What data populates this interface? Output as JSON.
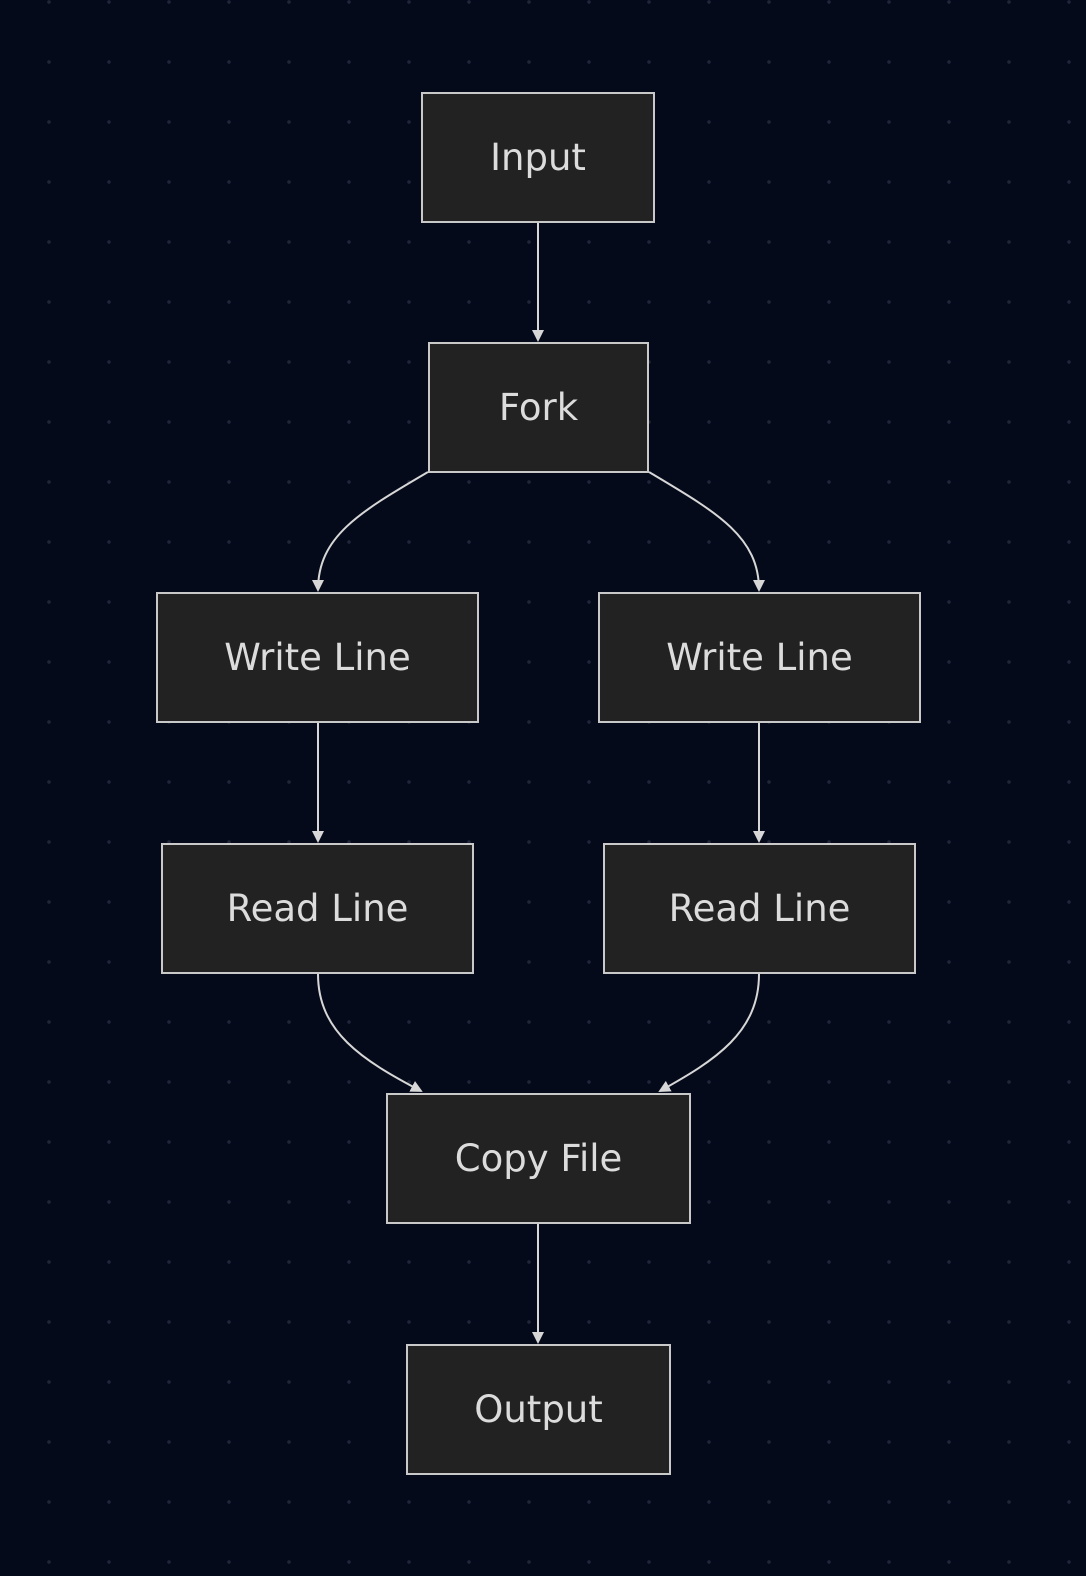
{
  "diagram": {
    "nodes": {
      "input": "Input",
      "fork": "Fork",
      "write_line_left": "Write Line",
      "write_line_right": "Write Line",
      "read_line_left": "Read Line",
      "read_line_right": "Read Line",
      "copy_file": "Copy File",
      "output": "Output"
    },
    "edges": [
      {
        "from": "Input",
        "to": "Fork"
      },
      {
        "from": "Fork",
        "to": "Write Line (left)"
      },
      {
        "from": "Fork",
        "to": "Write Line (right)"
      },
      {
        "from": "Write Line (left)",
        "to": "Read Line (left)"
      },
      {
        "from": "Write Line (right)",
        "to": "Read Line (right)"
      },
      {
        "from": "Read Line (left)",
        "to": "Copy File"
      },
      {
        "from": "Read Line (right)",
        "to": "Copy File"
      },
      {
        "from": "Copy File",
        "to": "Output"
      }
    ],
    "colors": {
      "background": "#050a1a",
      "node_fill": "#222222",
      "node_border": "#c9c9c9",
      "text": "#dcdcdc",
      "edge": "#d7d7d7"
    }
  }
}
